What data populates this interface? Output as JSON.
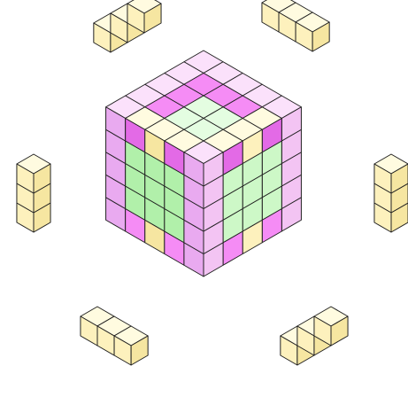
{
  "figure": {
    "kind": "isometric cube puzzle",
    "central_block": {
      "grid": [
        5,
        5,
        5
      ],
      "visible_faces": [
        "top",
        "left",
        "right"
      ]
    },
    "inner_core": {
      "grid": [
        3,
        3,
        3
      ],
      "color_name": "green"
    },
    "outer_pieces": {
      "count": 6,
      "cubes_per_piece": 3,
      "orientations": [
        "top-left",
        "top-right",
        "left",
        "right",
        "bottom-left",
        "bottom-right"
      ]
    }
  },
  "colors": {
    "stroke": "#222222",
    "pink_top": "#fbe1fb",
    "pink_left": "#f3c4f3",
    "pink_right": "#e9aaf0",
    "magenta": "#f58cf5",
    "magenta_deep": "#e36ae6",
    "cream_top": "#fffbe0",
    "cream_left": "#fdf1bd",
    "cream_right": "#f6e6a1",
    "green_top": "#e4fde1",
    "green_left": "#cdf8c7",
    "green_right": "#b1f0aa"
  }
}
